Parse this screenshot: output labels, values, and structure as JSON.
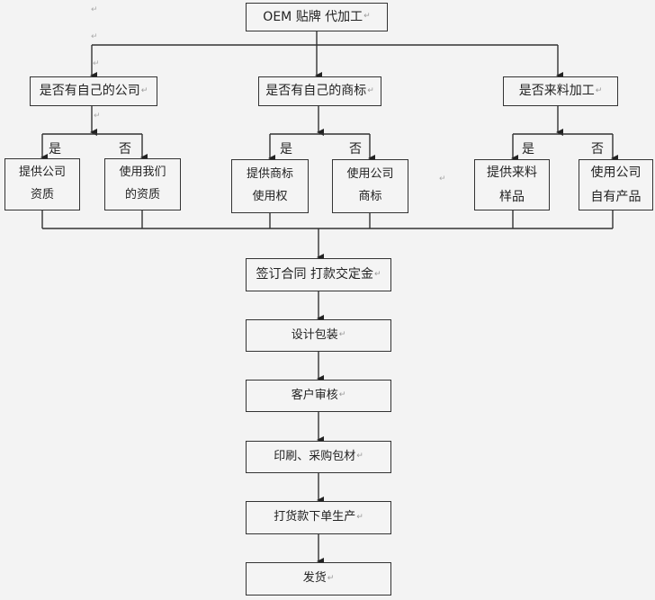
{
  "title": "OEM  贴牌  代加工",
  "questions": [
    {
      "label": "是否有自己的公司",
      "yes_label": "是",
      "no_label": "否",
      "yes_option": "提供公司\n资质",
      "no_option": "使用我们\n的资质"
    },
    {
      "label": "是否有自己的商标",
      "yes_label": "是",
      "no_label": "否",
      "yes_option": "提供商标\n使用权",
      "no_option": "使用公司\n商标"
    },
    {
      "label": "是否来料加工",
      "yes_label": "是",
      "no_label": "否",
      "yes_option": "提供来料\n样品",
      "no_option": "使用公司\n自有产品"
    }
  ],
  "steps": [
    "签订合同 打款交定金",
    "设计包装",
    "客户审核",
    "印刷、采购包材",
    "打货款下单生产",
    "发货"
  ],
  "return_mark": "↵",
  "colors": {
    "line": "#333333",
    "background": "#f3f3f3",
    "box": "#f4f4f4"
  }
}
